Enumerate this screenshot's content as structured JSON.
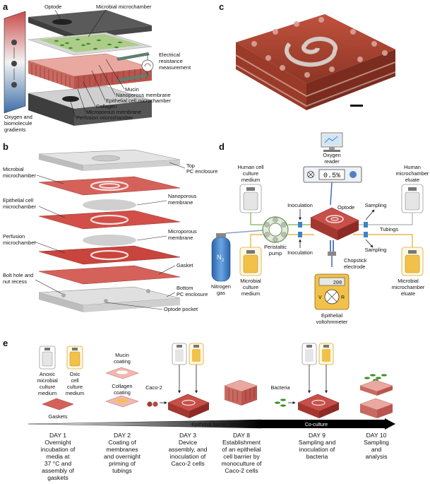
{
  "panels": {
    "a": "a",
    "b": "b",
    "c": "c",
    "d": "d",
    "e": "e"
  },
  "panel_a": {
    "optode": "Optode",
    "microbial_microchamber": "Microbial microchamber",
    "electrical_1": "Electrical",
    "electrical_2": "resistance",
    "electrical_3": "measurement",
    "mucin": "Mucin",
    "nanoporous": "Nanoporous membrane",
    "epithelial": "Epithelial cell microchamber",
    "collagen": "Collagen",
    "microporous": "Microporous membrane",
    "perfusion": "Perfusion microchamber",
    "gradients_1": "Oxygen and",
    "gradients_2": "biomolecule",
    "gradients_3": "gradients"
  },
  "panel_b": {
    "top_1": "Top",
    "top_2": "PC enclosure",
    "microbial_1": "Microbial",
    "microbial_2": "microchamber",
    "nano_1": "Nanoporous",
    "nano_2": "membrane",
    "epi_1": "Epithelial cell",
    "epi_2": "microchamber",
    "perf_1": "Perfusion",
    "perf_2": "microchamber",
    "micro_1": "Microporous",
    "micro_2": "membrane",
    "gasket": "Gasket",
    "bolt_1": "Bolt hole and",
    "bolt_2": "nut recess",
    "bottom_1": "Bottom",
    "bottom_2": "PC enclosure",
    "optode_pocket": "Optode pocket"
  },
  "panel_d": {
    "oxygen_1": "Oxygen",
    "oxygen_2": "reader",
    "reading": "0.5%",
    "human_medium_1": "Human cell",
    "human_medium_2": "culture",
    "human_medium_3": "medium",
    "human_eluate_1": "Human",
    "human_eluate_2": "microchamber",
    "human_eluate_3": "eluate",
    "inoculation_top": "Inoculation",
    "inoculation_bottom": "Inoculation",
    "optode": "Optode",
    "sampling_top": "Sampling",
    "sampling_bottom": "Sampling",
    "tubings": "Tubings",
    "peristaltic_1": "Peristaltic",
    "peristaltic_2": "pump",
    "nitrogen_gas_1": "Nitrogen",
    "nitrogen_gas_2": "gas",
    "n2": "N",
    "n2_sub": "2",
    "microbial_medium_1": "Microbial",
    "microbial_medium_2": "culture",
    "microbial_medium_3": "medium",
    "chopstick_1": "Chopstick",
    "chopstick_2": "electrode",
    "volt_display": "200",
    "volt_v": "V",
    "volt_r": "R",
    "volt_label_1": "Epithelial",
    "volt_label_2": "voltohmmeter",
    "microbial_eluate_1": "Microbial",
    "microbial_eluate_2": "microchamber",
    "microbial_eluate_3": "eluate"
  },
  "panel_e": {
    "anoxic_1": "Anoxic",
    "anoxic_2": "microbial",
    "anoxic_3": "culture",
    "anoxic_4": "medium",
    "oxic_1": "Oxic",
    "oxic_2": "cell",
    "oxic_3": "culture",
    "oxic_4": "medium",
    "gaskets": "Gaskets",
    "mucin_coating_1": "Mucin",
    "mucin_coating_2": "coating",
    "collagen_coating_1": "Collagen",
    "collagen_coating_2": "coating",
    "caco2": "Caco-2",
    "bacteria": "Bacteria",
    "bar_epithelial": "Epithelial barrier formation",
    "bar_coculture": "Co-culture",
    "days": [
      {
        "title": "DAY 1",
        "lines": [
          "Overnight",
          "incubation of",
          "media at",
          "37 °C and",
          "assembly of",
          "gaskets"
        ]
      },
      {
        "title": "DAY 2",
        "lines": [
          "Coating of",
          "membranes",
          "and overnight",
          "priming of",
          "tubings"
        ]
      },
      {
        "title": "DAY 3",
        "lines": [
          "Device",
          "assembly, and",
          "inoculation of",
          "Caco-2 cells"
        ]
      },
      {
        "title": "DAY 8",
        "lines": [
          "Establishment",
          "of an epithelial",
          "cell barrier by",
          "monoculture of",
          "Caco-2 cells"
        ]
      },
      {
        "title": "DAY 9",
        "lines": [
          "Sampling and",
          "inoculation of",
          "bacteria"
        ]
      },
      {
        "title": "DAY 10",
        "lines": [
          "Sampling",
          "and",
          "analysis"
        ]
      }
    ]
  },
  "colors": {
    "device_red": "#c8504a",
    "device_dark_red": "#8e2a25",
    "medium_yellow": "#f2c14a",
    "medium_grey": "#e5e5e5",
    "cable_blue": "#2f5fb3",
    "tube_green": "#8fbf6a",
    "nitrogen_blue": "#3f7fc8"
  }
}
